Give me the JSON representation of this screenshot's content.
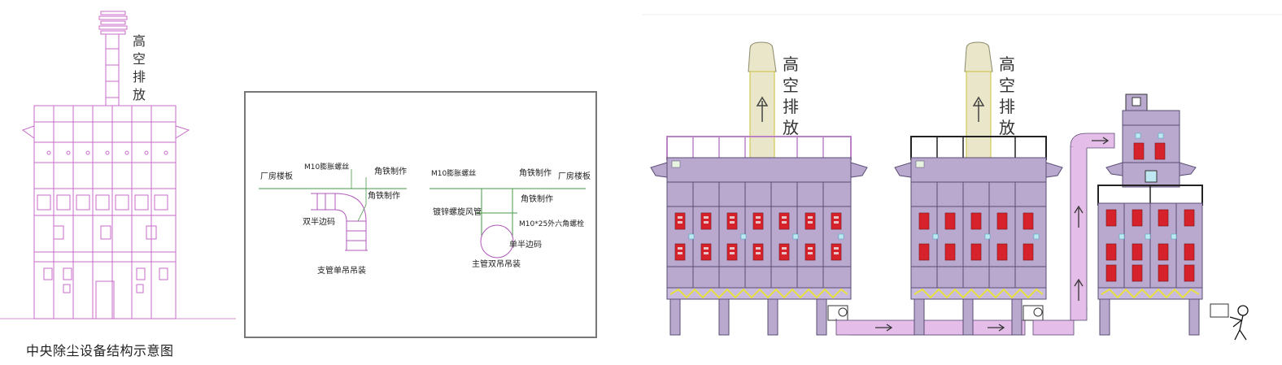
{
  "left": {
    "vertical_label": [
      "高",
      "空",
      "排",
      "放"
    ],
    "caption": "中央除尘设备结构示意图"
  },
  "middle": {
    "branch": {
      "bolt_label": "M10膨胀螺丝",
      "angle_label_1": "角铁制作",
      "floor_label": "厂房楼板",
      "angle_label_2": "角铁制作",
      "elbow_label": "双半边码",
      "title": "支管单吊吊装"
    },
    "main": {
      "bolt_label": "M10膨胀螺丝",
      "angle_label_1": "角铁制作",
      "floor_label": "厂房楼板",
      "angle_label_2": "角铁制作",
      "pipe_label": "镀锌螺旋风管",
      "hex_label": "M10*25外六角螺栓",
      "clip_label": "单半边码",
      "title": "主管双吊吊装"
    }
  },
  "right": {
    "unit1_label": [
      "高",
      "空",
      "排",
      "放"
    ],
    "unit2_label": [
      "高",
      "空",
      "排",
      "放"
    ],
    "colors": {
      "body": "#b9a9cf",
      "outline": "#5a4d74",
      "panel": "#d6232b",
      "pipe": "#e4bde8",
      "rail_purple": "#b983c4",
      "stack": "#e9e6c9"
    }
  }
}
